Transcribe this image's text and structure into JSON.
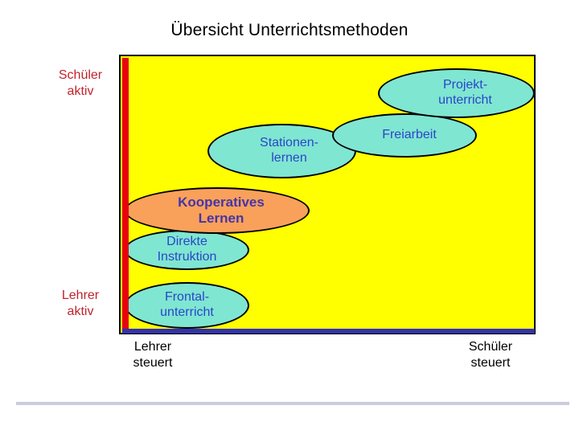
{
  "slide": {
    "title": "Übersicht Unterrichtsmethoden",
    "background_color": "#ffffff",
    "plot_background_color": "#ffff00",
    "plot_border_color": "#000000",
    "vertical_axis_color": "#e8010f",
    "horizontal_axis_color": "#3333aa",
    "divider_color": "#ccccdf"
  },
  "axes": {
    "vertical": {
      "top_label": "Schüler\naktiv",
      "bottom_label": "Lehrer\naktiv",
      "label_color": "#c0232c"
    },
    "horizontal": {
      "left_label": "Lehrer\nsteuert",
      "right_label": "Schüler\nsteuert",
      "label_color": "#000000"
    }
  },
  "chart_data": {
    "type": "scatter",
    "title": "Übersicht Unterrichtsmethoden",
    "xlabel": "Lehrer steuert → Schüler steuert",
    "ylabel": "Lehrer aktiv → Schüler aktiv",
    "grid": false,
    "legend": "none",
    "xlim": [
      0,
      100
    ],
    "ylim": [
      0,
      100
    ],
    "points": [
      {
        "label": "Projekt-\nunterricht",
        "x": 72,
        "y": 90,
        "fill": "#7fe6d2",
        "text_color": "#2b45c8",
        "shape": "ellipse"
      },
      {
        "label": "Freiarbeit",
        "x": 58,
        "y": 76,
        "fill": "#7fe6d2",
        "text_color": "#2b45c8",
        "shape": "ellipse"
      },
      {
        "label": "Stationen-\nlernen",
        "x": 38,
        "y": 70,
        "fill": "#7fe6d2",
        "text_color": "#2b45c8",
        "shape": "ellipse"
      },
      {
        "label": "Kooperatives\nLernen",
        "x": 18,
        "y": 48,
        "fill": "#f9a15a",
        "text_color": "#4634a8",
        "shape": "ellipse"
      },
      {
        "label": "Direkte\nInstruktion",
        "x": 10,
        "y": 33,
        "fill": "#7fe6d2",
        "text_color": "#2b45c8",
        "shape": "ellipse"
      },
      {
        "label": "Frontal-\nunterricht",
        "x": 10,
        "y": 15,
        "fill": "#7fe6d2",
        "text_color": "#2b45c8",
        "shape": "ellipse"
      }
    ]
  },
  "nodes": {
    "projektunterricht": "Projekt-\nunterricht",
    "freiarbeit": "Freiarbeit",
    "stationenlernen": "Stationen-\nlernen",
    "kooperatives_lernen": "Kooperatives\nLernen",
    "direkte_instruktion": "Direkte\nInstruktion",
    "frontalunterricht": "Frontal-\nunterricht"
  }
}
